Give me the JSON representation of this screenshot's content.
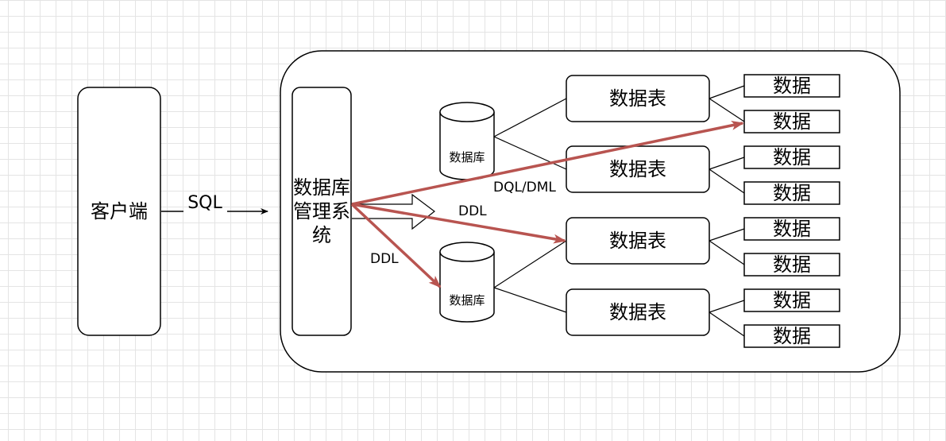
{
  "diagram": {
    "client": {
      "label": "客户端"
    },
    "protocol": {
      "label": "SQL"
    },
    "dbms": {
      "label": "数据库管理系统"
    },
    "databases": [
      {
        "label": "数据库"
      },
      {
        "label": "数据库"
      }
    ],
    "tables": [
      {
        "label": "数据表"
      },
      {
        "label": "数据表"
      },
      {
        "label": "数据表"
      },
      {
        "label": "数据表"
      }
    ],
    "data_cells": [
      {
        "label": "数据"
      },
      {
        "label": "数据"
      },
      {
        "label": "数据"
      },
      {
        "label": "数据"
      },
      {
        "label": "数据"
      },
      {
        "label": "数据"
      },
      {
        "label": "数据"
      },
      {
        "label": "数据"
      }
    ],
    "edge_labels": {
      "dql_dml": "DQL/DML",
      "ddl_table": "DDL",
      "ddl_database": "DDL"
    },
    "colors": {
      "arrow_accent": "#b85450",
      "stroke": "#000000",
      "grid": "#e4e4e4"
    }
  }
}
